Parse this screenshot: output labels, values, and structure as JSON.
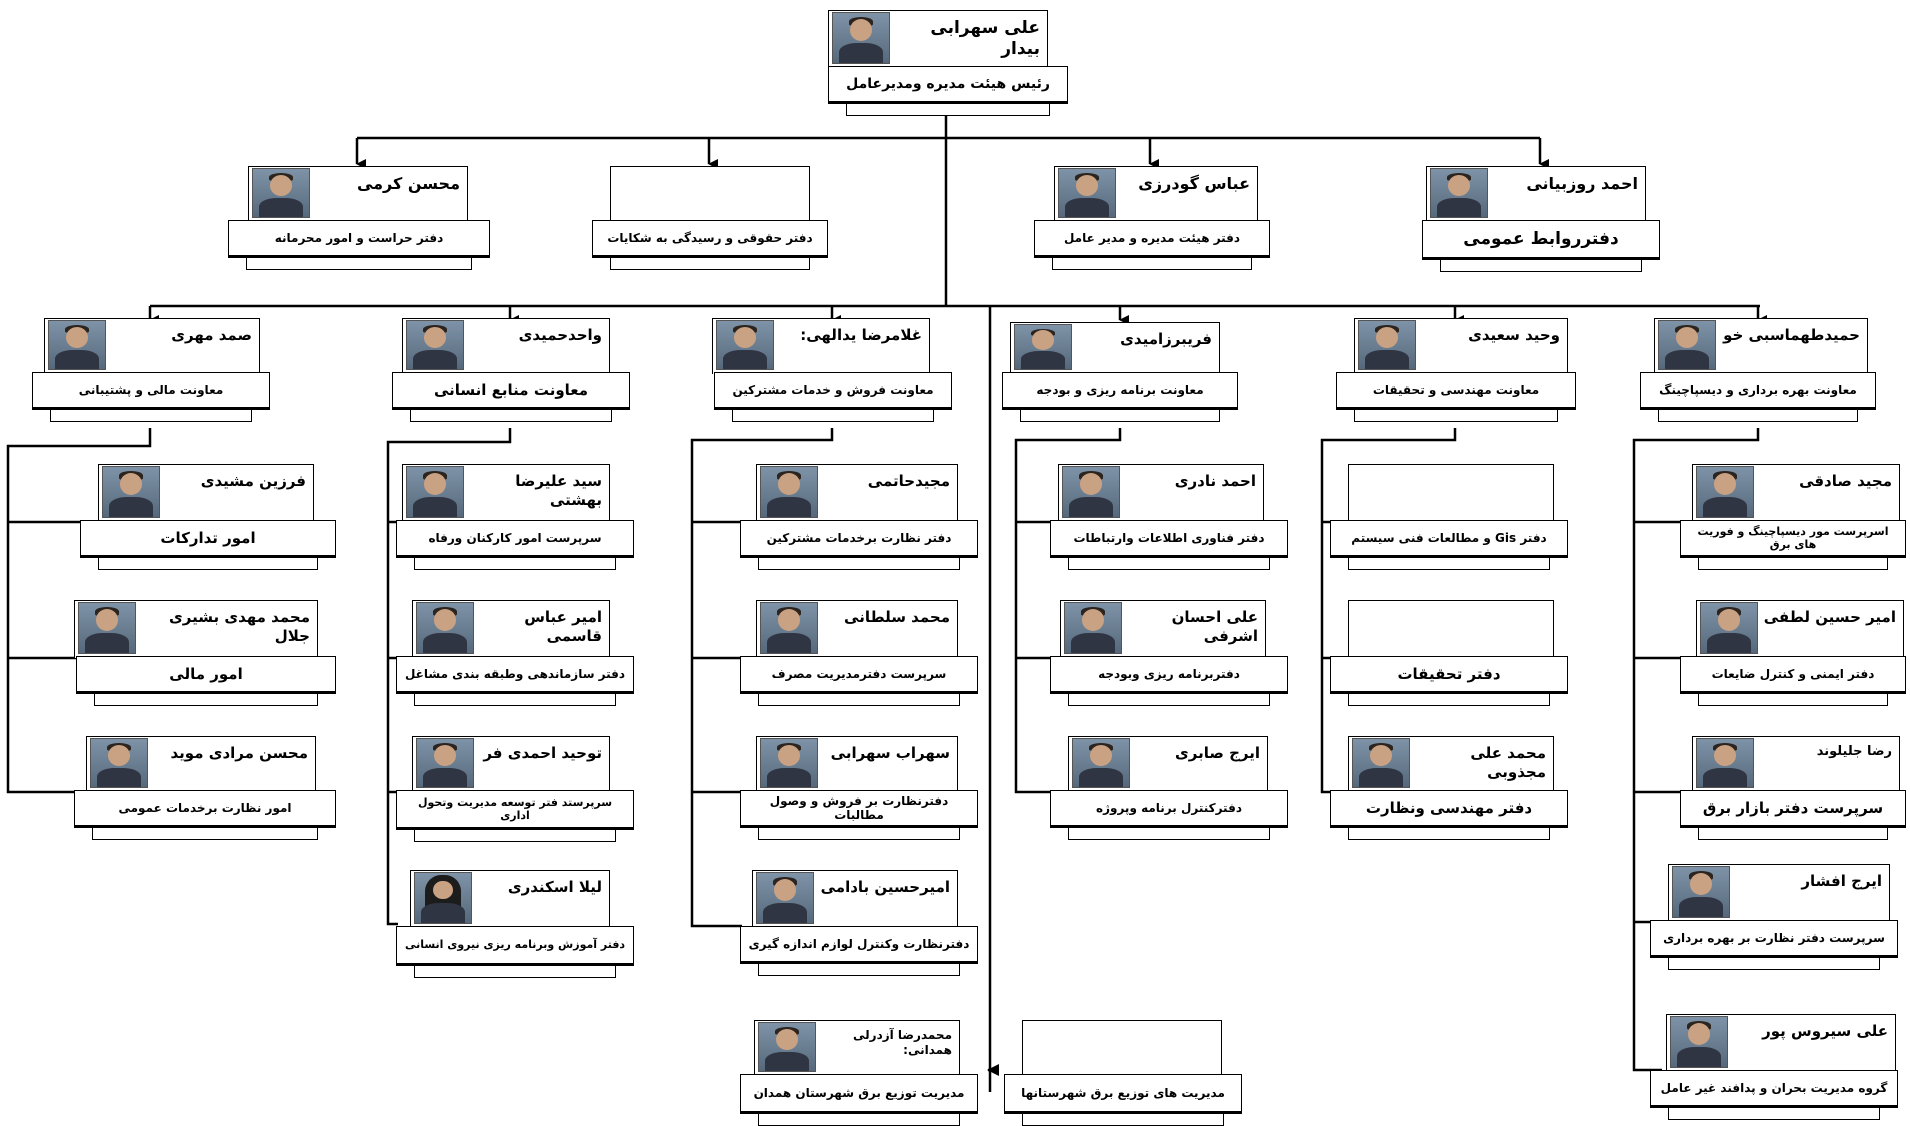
{
  "org_chart": {
    "ceo": {
      "name": "علی سهرابی بیدار",
      "title": "رئیس  هیئت  مدیره ومدیرعامل"
    },
    "staff": [
      {
        "id": "s1",
        "name": "احمد روزبیانی",
        "title": "دفترروابط عمومی"
      },
      {
        "id": "s2",
        "name": "عباس گودرزی",
        "title": "دفتر هیئت مدیره و مدیر عامل"
      },
      {
        "id": "s3",
        "name": "",
        "title": "دفتر حقوقی و رسیدگی به شکایات"
      },
      {
        "id": "s4",
        "name": "محسن کرمی",
        "title": "دفتر حراست و امور محرمانه"
      }
    ],
    "deputies": [
      {
        "id": "d1",
        "name": "حمیدطهماسبی خو",
        "title": "معاونت بهره برداری و دیسپاچینگ"
      },
      {
        "id": "d2",
        "name": "وحید سعیدی",
        "title": "معاونت مهندسی و تحقیقات"
      },
      {
        "id": "d3",
        "name": "فریبرزامیدی",
        "title": "معاونت برنامه ریزی و بودجه"
      },
      {
        "id": "d4",
        "name": "غلامرضا یدالهی:",
        "title": "معاونت فروش و خدمات مشترکین"
      },
      {
        "id": "d5",
        "name": "واحدحمیدی",
        "title": "معاونت منابع انسانی"
      },
      {
        "id": "d6",
        "name": "صمد مهری",
        "title": "معاونت مالی و پشتیبانی"
      }
    ],
    "offices": [
      {
        "id": "o1",
        "name": "مجید صادقی",
        "title": "اسرپرست مور دیسپاچینگ و فوریت های برق"
      },
      {
        "id": "o2",
        "name": "امیر حسین لطفی",
        "title": "دفتر ایمنی و کنترل ضایعات"
      },
      {
        "id": "o3",
        "name": "رضا جلیلوند",
        "title": "سرپرست دفتر بازار برق"
      },
      {
        "id": "o4",
        "name": "ایرج افشار",
        "title": "سرپرست دفتر نظارت بر بهره برداری"
      },
      {
        "id": "o5",
        "name": "علی سیروس پور",
        "title": "گروه مدیریت بحران و پدافند غیر عامل"
      },
      {
        "id": "o6",
        "name": "",
        "title": "دفتر Gis و مطالعات فنی سیستم"
      },
      {
        "id": "o7",
        "name": "",
        "title": "دفتر تحقیقات"
      },
      {
        "id": "o8",
        "name": "محمد علی مجذوبی",
        "title": "دفتر مهندسی ونظارت"
      },
      {
        "id": "o9",
        "name": "احمد نادری",
        "title": "دفتر فناوری اطلاعات وارتباطات"
      },
      {
        "id": "o10",
        "name": "علی احسان اشرفی",
        "title": "دفتربرنامه ریزی وبودجه"
      },
      {
        "id": "o11",
        "name": "ایرج صابری",
        "title": "دفترکنترل برنامه وپروژه"
      },
      {
        "id": "o12",
        "name": "مجیدحاتمی",
        "title": "دفتر نظارت برخدمات مشترکین"
      },
      {
        "id": "o13",
        "name": "محمد سلطانی",
        "title": "سرپرست دفترمدیریت مصرف"
      },
      {
        "id": "o14",
        "name": "سهراب سهرابی",
        "title": "دفترنظارت بر فروش و وصول مطالبات"
      },
      {
        "id": "o15",
        "name": "امیرحسین بادامی",
        "title": "دفترنظارت وکنترل لوازم اندازه گیری"
      },
      {
        "id": "o16",
        "name": "سید علیرضا بهشتی",
        "title": "سرپرست امور کارکنان ورفاه"
      },
      {
        "id": "o17",
        "name": "امیر عباس قاسمی",
        "title": "دفتر سازماندهی وطبقه بندی مشاغل"
      },
      {
        "id": "o18",
        "name": "توحید احمدی فر",
        "title": "سرپرستد فتر توسعه مدیریت وتحول اداری"
      },
      {
        "id": "o19",
        "name": "لیلا اسکندری",
        "title": "دفتر آموزش وبرنامه ریزی نیروی انسانی"
      },
      {
        "id": "o20",
        "name": "فرزین مشیدی",
        "title": "امور تدارکات"
      },
      {
        "id": "o21",
        "name": "محمد مهدی بشیری جلال",
        "title": "امور مالی"
      },
      {
        "id": "o22",
        "name": "محسن مرادی موید",
        "title": "امور نظارت برخدمات عمومی"
      }
    ],
    "county": [
      {
        "id": "c1",
        "name": "محمدرضا آزدرلی همدانی:",
        "title": "مدیریت توزیع برق شهرستان همدان"
      },
      {
        "id": "c2",
        "name": "",
        "title": "مدیریت های توزیع برق شهرستانها"
      }
    ]
  }
}
